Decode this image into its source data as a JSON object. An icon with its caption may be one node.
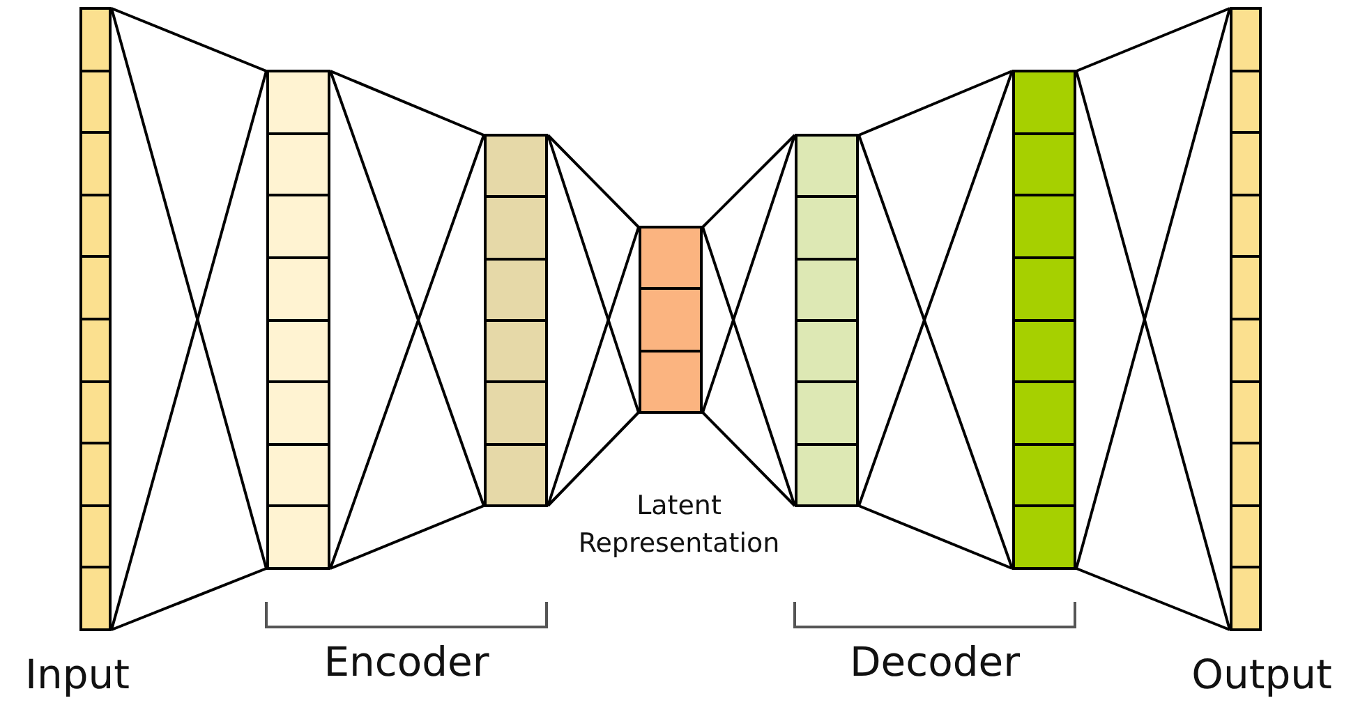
{
  "diagram": {
    "nodes": [
      {
        "text": [],
        "shape": "bar",
        "beside": [
          "Input"
        ]
      },
      {
        "text": [],
        "shape": "bar"
      },
      {
        "text": [],
        "shape": "bar"
      },
      {
        "text": [],
        "shape": "bar"
      },
      {
        "text": [],
        "shape": "bar"
      },
      {
        "text": [],
        "shape": "bar"
      },
      {
        "text": [],
        "shape": "bar",
        "beside": [
          "Output"
        ]
      }
    ],
    "edges": [
      {
        "from": 0,
        "to": 1,
        "arrow": "none"
      },
      {
        "from": 0,
        "to": 1,
        "arrow": "none"
      },
      {
        "from": 0,
        "to": 1,
        "arrow": "none"
      },
      {
        "from": 0,
        "to": 1,
        "arrow": "none"
      },
      {
        "from": 1,
        "to": 2,
        "arrow": "none"
      },
      {
        "from": 1,
        "to": 2,
        "arrow": "none"
      },
      {
        "from": 1,
        "to": 2,
        "arrow": "none"
      },
      {
        "from": 1,
        "to": 2,
        "arrow": "none"
      },
      {
        "from": 2,
        "to": 3,
        "arrow": "none"
      },
      {
        "from": 2,
        "to": 3,
        "arrow": "none"
      },
      {
        "from": 2,
        "to": 3,
        "arrow": "none"
      },
      {
        "from": 2,
        "to": 3,
        "arrow": "none"
      },
      {
        "from": 3,
        "to": 4,
        "arrow": "none"
      },
      {
        "from": 3,
        "to": 4,
        "arrow": "none"
      },
      {
        "from": 3,
        "to": 4,
        "arrow": "none"
      },
      {
        "from": 3,
        "to": 4,
        "arrow": "none"
      },
      {
        "from": 4,
        "to": 5,
        "arrow": "none"
      },
      {
        "from": 4,
        "to": 5,
        "arrow": "none"
      },
      {
        "from": 4,
        "to": 5,
        "arrow": "none"
      },
      {
        "from": 4,
        "to": 5,
        "arrow": "none"
      },
      {
        "from": 5,
        "to": 6,
        "arrow": "none"
      },
      {
        "from": 5,
        "to": 6,
        "arrow": "none"
      },
      {
        "from": 5,
        "to": 6,
        "arrow": "none"
      },
      {
        "from": 5,
        "to": 6,
        "arrow": "none"
      }
    ],
    "labels": [
      "Latent Representation",
      "Encoder",
      "Decoder"
    ]
  }
}
